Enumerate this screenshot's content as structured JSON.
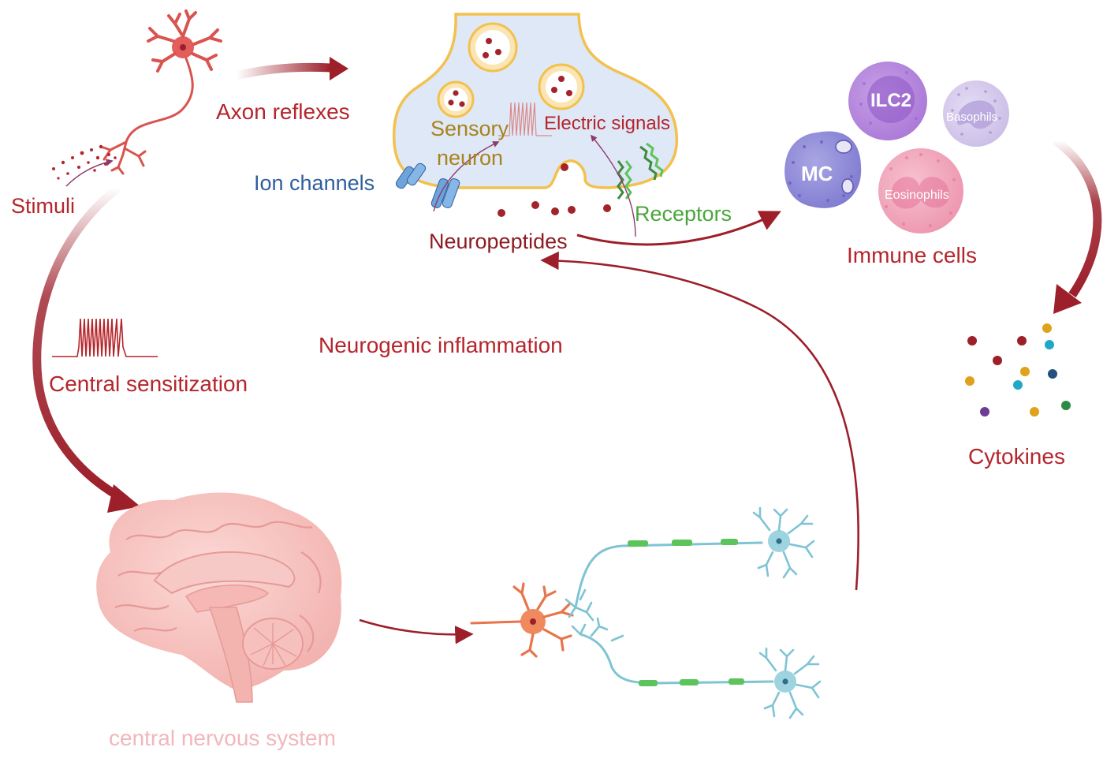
{
  "labels": {
    "stimuli": "Stimuli",
    "axon_reflexes": "Axon reflexes",
    "sensory_neuron_line1": "Sensory",
    "sensory_neuron_line2": "neuron",
    "electric_signals": "Electric signals",
    "ion_channels": "Ion channels",
    "receptors": "Receptors",
    "neuropeptides": "Neuropeptides",
    "immune_cells": "Immune cells",
    "cytokines": "Cytokines",
    "central_sensitization": "Central sensitization",
    "neurogenic_inflammation": "Neurogenic inflammation",
    "central_nervous_system": "central nervous system"
  },
  "cells": {
    "ilc2": "ILC2",
    "basophils": "Basophils",
    "mc": "MC",
    "eosinophils": "Eosinophils"
  },
  "colors": {
    "arrow_red": "#9c1f2a",
    "label_red": "#b5252c",
    "sensory_gold": "#a8831e",
    "ion_blue": "#2e5f9e",
    "receptor_green": "#4aa63c",
    "cns_pink": "#f1b7bc",
    "neuron_red": "#d9534f",
    "neuron_orange": "#e8744a",
    "neuron_teal": "#7ec4d4",
    "myelin_green": "#5cc45a",
    "terminal_fill": "#dfe8f7",
    "terminal_border": "#f2c14e"
  }
}
